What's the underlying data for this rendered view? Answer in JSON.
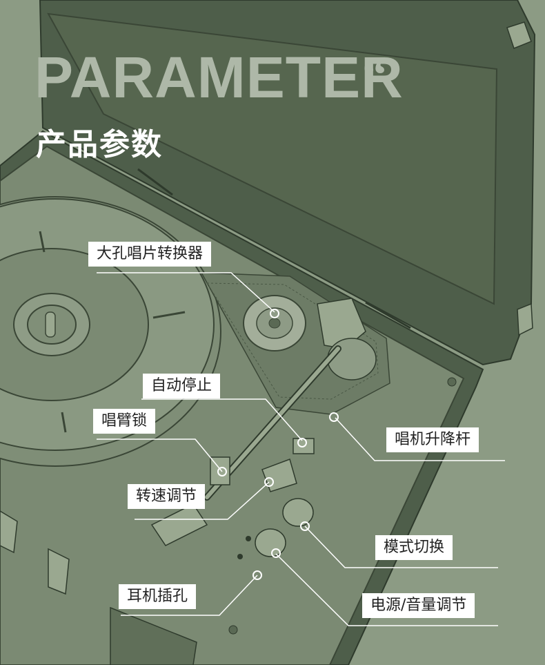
{
  "header": {
    "title_en": "PARAMETER",
    "quote_mark": "“",
    "title_cn": "产品参数"
  },
  "colors": {
    "background": "#8c9b84",
    "device_body": "#4f5f4b",
    "device_panel": "#7b8a73",
    "label_bg": "#ffffff",
    "line": "#ffffff"
  },
  "callouts": [
    {
      "id": "large-hole-adapter",
      "label": "大孔唱片转换器"
    },
    {
      "id": "auto-stop",
      "label": "自动停止"
    },
    {
      "id": "tonearm-lock",
      "label": "唱臂锁"
    },
    {
      "id": "tonearm-lift",
      "label": "唱机升降杆"
    },
    {
      "id": "speed-adjust",
      "label": "转速调节"
    },
    {
      "id": "mode-switch",
      "label": "模式切换"
    },
    {
      "id": "headphone-jack",
      "label": "耳机插孔"
    },
    {
      "id": "power-volume",
      "label": "电源/音量调节"
    }
  ]
}
